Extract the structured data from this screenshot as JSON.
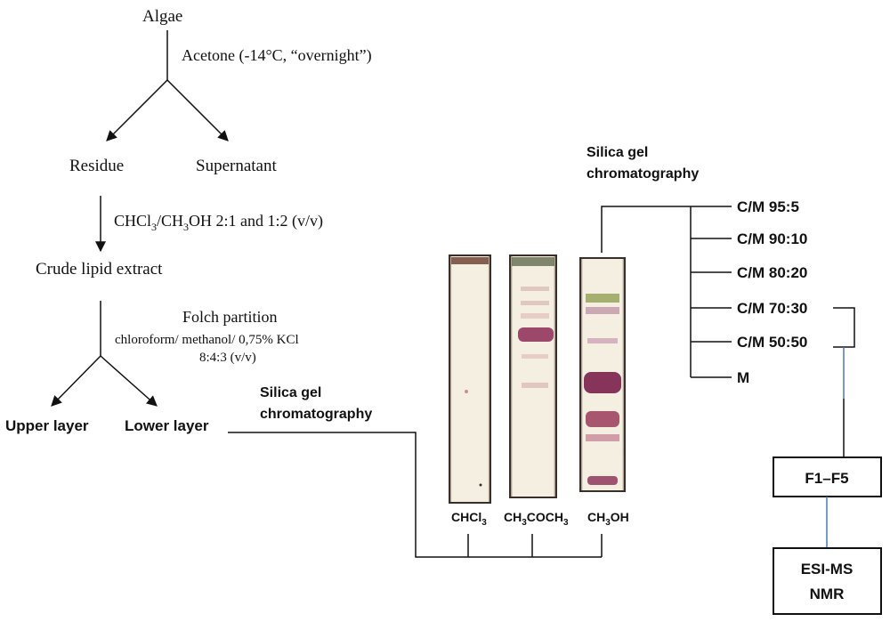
{
  "flow": {
    "algae": "Algae",
    "acetone_step": "Acetone (-14°C, “overnight”)",
    "residue": "Residue",
    "supernatant": "Supernatant",
    "solvent_a": "CHCl",
    "solvent_a_sub": "3",
    "solvent_b": "/CH",
    "solvent_b_sub": "3",
    "solvent_c": "OH  2:1 and  1:2 (v/v)",
    "crude": "Crude lipid extract",
    "folch_title": "Folch partition",
    "folch_line1": "chloroform/ methanol/ 0,75% KCl",
    "folch_line2": "8:4:3 (v/v)",
    "upper_layer": "Upper layer",
    "lower_layer": "Lower layer",
    "silica1_line1": "Silica gel",
    "silica1_line2": "chromatography",
    "silica2_line1": "Silica gel",
    "silica2_line2": "chromatography"
  },
  "tlc": {
    "lane1": {
      "a": "CHCl",
      "sub": "3",
      "b": ""
    },
    "lane2": {
      "a": "CH",
      "sub1": "3",
      "b": "COCH",
      "sub2": "3"
    },
    "lane3": {
      "a": "CH",
      "sub": "3",
      "b": "OH"
    }
  },
  "fractions": [
    "C/M 95:5",
    "C/M 90:10",
    "C/M 80:20",
    "C/M 70:30",
    "C/M 50:50",
    "M"
  ],
  "boxes": {
    "f1f5": "F1–F5",
    "esi": "ESI-MS",
    "nmr": "NMR"
  },
  "colors": {
    "line": "#111111",
    "connector_blue": "#4a78b5",
    "plate_bg": "#f5efe2",
    "band_purple": "#8b2a55",
    "band_green": "#8a9a4a"
  }
}
